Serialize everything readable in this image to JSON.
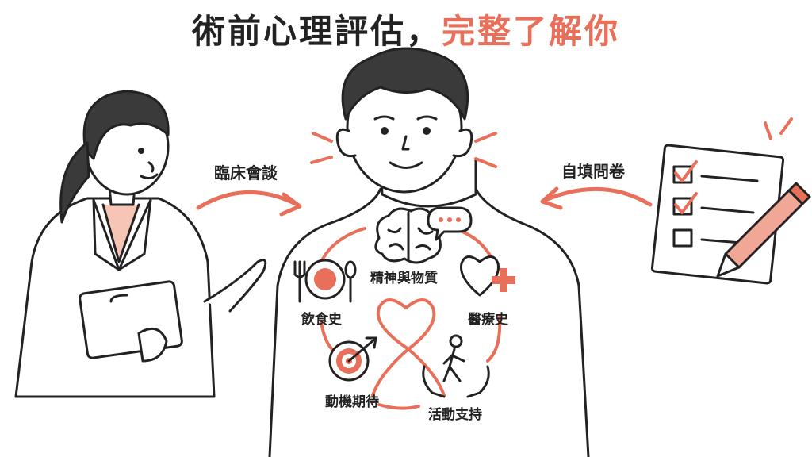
{
  "title": {
    "main": "術前心理評估，",
    "highlight": "完整了解你"
  },
  "labels": {
    "clinical_interview": "臨床會談",
    "self_questionnaire": "自填問卷",
    "mental_substance": "精神與物質",
    "diet_history": "飲食史",
    "medical_history": "醫療史",
    "motivation_expectation": "動機期待",
    "activity_support": "活動支持"
  },
  "icons": {
    "doctor": "doctor-illustration",
    "patient": "patient-illustration",
    "questionnaire": "checklist-pencil-icon",
    "brain": "brain-icon",
    "speech": "speech-bubble-icon",
    "plate": "plate-fork-spoon-icon",
    "heart_cross": "heart-plus-icon",
    "heart_loop": "heart-loop-icon",
    "target": "target-arrow-icon",
    "walker": "walking-person-hands-icon"
  },
  "colors": {
    "accent": "#e8705a",
    "ink": "#222222",
    "skin": "#ffffff",
    "hair": "#3a3a3a"
  }
}
